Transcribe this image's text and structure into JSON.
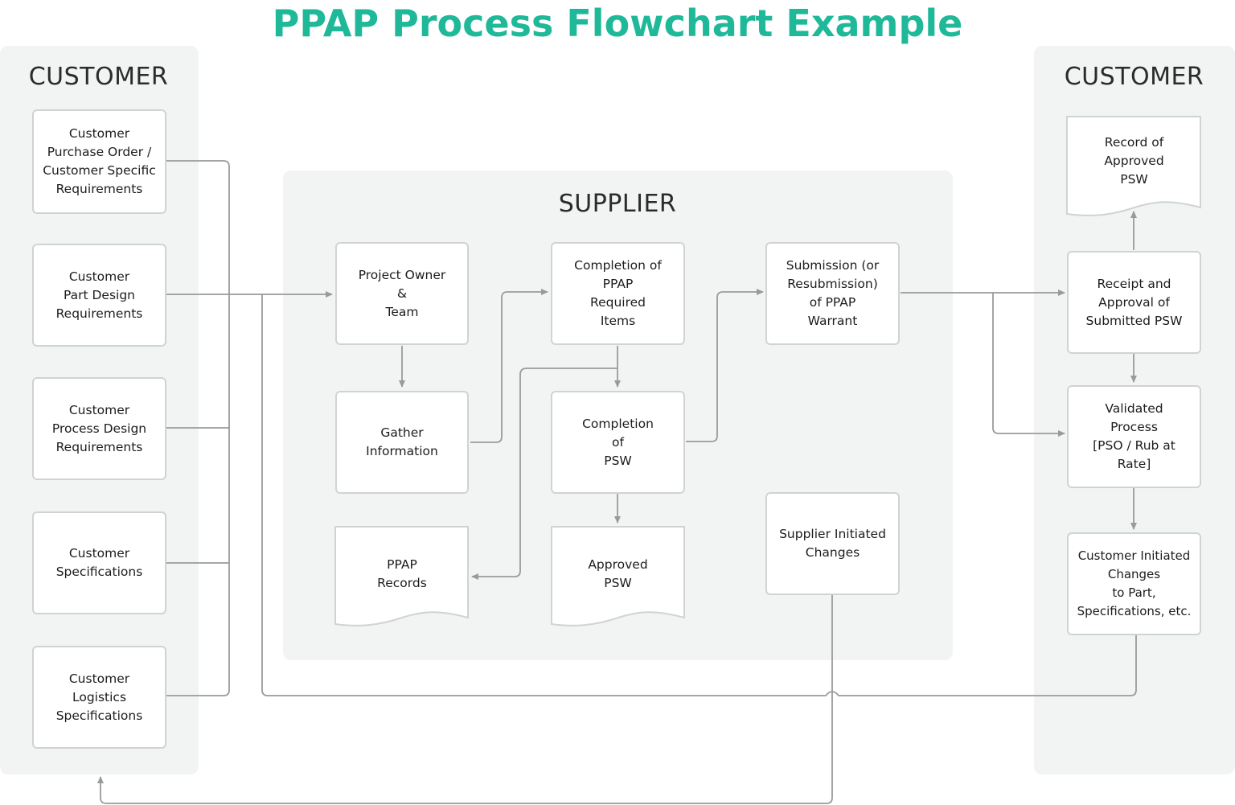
{
  "title": "PPAP Process Flowchart Example",
  "lanes": {
    "left_customer": "CUSTOMER",
    "supplier": "SUPPLIER",
    "right_customer": "CUSTOMER"
  },
  "nodes": {
    "customer_po": "Customer\nPurchase Order /\nCustomer Specific\nRequirements",
    "customer_part_design": "Customer\nPart Design\nRequirements",
    "customer_process_design": "Customer\nProcess Design\nRequirements",
    "customer_specifications": "Customer\nSpecifications",
    "customer_logistics": "Customer\nLogistics\nSpecifications",
    "project_owner": "Project Owner\n&\nTeam",
    "gather_information": "Gather\nInformation",
    "ppap_records": "PPAP\nRecords",
    "completion_ppap_items": "Completion of\nPPAP\nRequired\nItems",
    "completion_psw": "Completion\nof\nPSW",
    "approved_psw": "Approved\nPSW",
    "submission_warrant": "Submission (or\nResubmission)\nof PPAP\nWarrant",
    "supplier_initiated_changes": "Supplier Initiated\nChanges",
    "record_approved_psw": "Record of\nApproved\nPSW",
    "receipt_approval": "Receipt and\nApproval of\nSubmitted PSW",
    "validated_process": "Validated\nProcess\n[PSO / Rub at\nRate]",
    "customer_initiated_changes": "Customer Initiated\nChanges\nto Part,\nSpecifications, etc."
  },
  "colors": {
    "title": "#1fb99a",
    "lane_background": "#f2f4f4",
    "box_border": "#cfd3d5",
    "connector": "#9a9a9a"
  }
}
